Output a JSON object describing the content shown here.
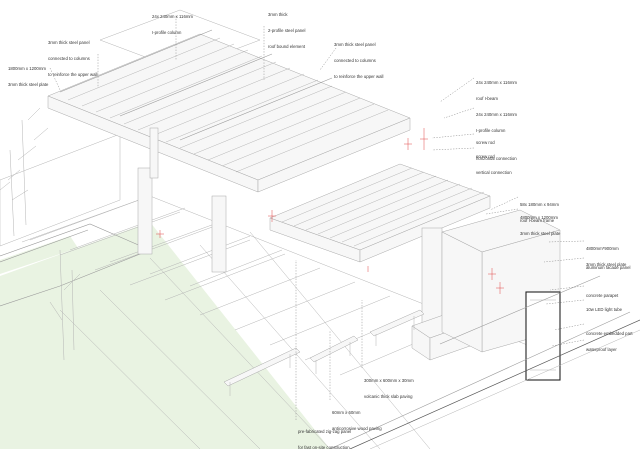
{
  "annotations": {
    "i_profile_column": [
      "24x 240mm x 116mm",
      "I-profile column"
    ],
    "channel_steel": [
      "3mm thick",
      "2-profile steel panel",
      "roof bound element"
    ],
    "panel_upper_left": [
      "3mm thick steel panel",
      "connected to columns",
      "to reinforce the upper wall"
    ],
    "plate_left": [
      "1800mm x 1200mm",
      "3mm thick steel plate"
    ],
    "panel_upper_right": [
      "3mm thick steel panel",
      "connected to columns",
      "to reinforce the upper wall"
    ],
    "roof_ibeam_1": [
      "24x 240mm x 116mm",
      "roof I-beam"
    ],
    "i_profile_right": [
      "24x 240mm x 116mm",
      "I-profile column"
    ],
    "screw_horizontal": [
      "screw rod",
      "horizontal connection"
    ],
    "screw_vertical": [
      "screw rod",
      "vertical connection"
    ],
    "roof_ibeam_frame": [
      "58x 180mm x 94mm",
      "roof I-beam frame"
    ],
    "plate_right": [
      "4800mm x 1200mm",
      "3mm thick steel plate"
    ],
    "steel_plate_4800": [
      "4800mm*900mm",
      "3mm thick steel plate"
    ],
    "facade_panel": [
      "aluminum facade panel"
    ],
    "parapet": [
      "concrete parapet"
    ],
    "led": [
      "10w LED light tube"
    ],
    "embedded": [
      "concrete embedded part"
    ],
    "waterproof": [
      "waterproof layer"
    ],
    "slab_paving": [
      "300mm x 600mm x 30mm",
      "volcanic thick slab paving"
    ],
    "wood_paving": [
      "60mm x 60mm",
      "anticorrosive wood paving"
    ],
    "zigzag_panel": [
      "pre-fabricated zig-zag panel",
      "for fast on-site construction"
    ]
  }
}
